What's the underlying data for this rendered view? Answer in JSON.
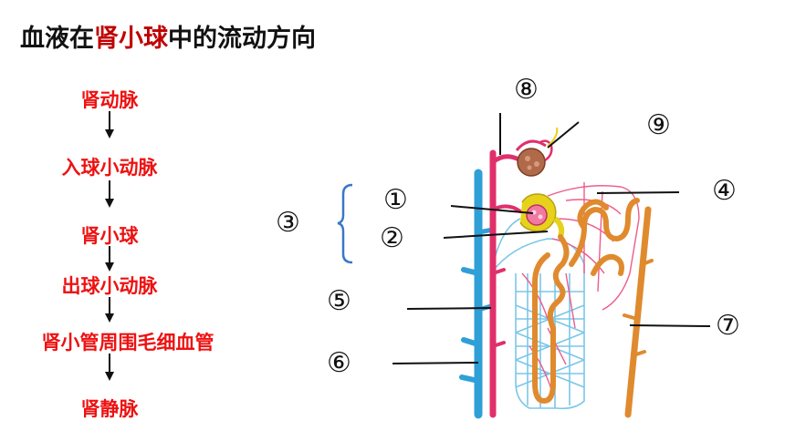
{
  "title": {
    "prefix": "血液在",
    "highlight": "肾小球",
    "suffix": "中的流动方向"
  },
  "flow": [
    "肾动脉",
    "入球小动脉",
    "肾小球",
    "出球小动脉",
    "肾小管周围毛细血管",
    "肾静脉"
  ],
  "labels": {
    "l1": "①",
    "l2": "②",
    "l3": "③",
    "l4": "④",
    "l5": "⑤",
    "l6": "⑥",
    "l7": "⑦",
    "l8": "⑧",
    "l9": "⑨"
  },
  "colors": {
    "title_highlight": "#c00000",
    "flow_text": "#ee1111",
    "artery": "#e0306a",
    "vein": "#2f9fd8",
    "tubule": "#e08a2e",
    "capillary_blue": "#7cc6e8",
    "capillary_red": "#ee5c8c",
    "capsule": "#e6d21a",
    "glomerulus": "#b06a4a"
  }
}
